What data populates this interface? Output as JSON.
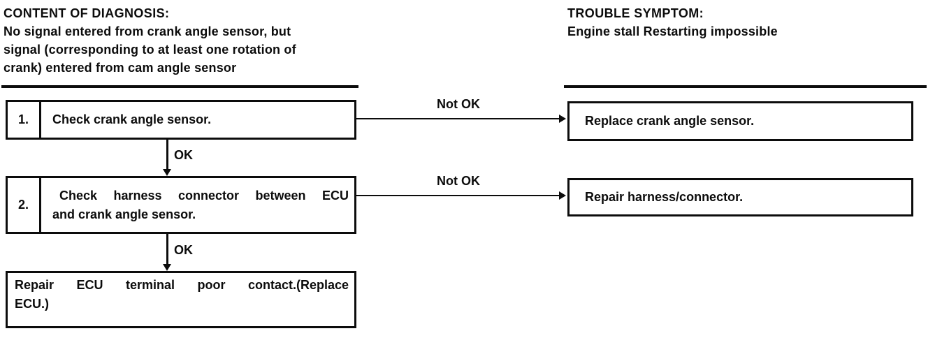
{
  "document": {
    "background": "#ffffff",
    "ink": "#0c0c0c"
  },
  "sections": {
    "content_of_diagnosis": {
      "title": "CONTENT OF DIAGNOSIS:",
      "lines": [
        "No signal entered from crank angle sensor, but",
        "signal (corresponding to at least one rotation of",
        "crank) entered from cam angle sensor"
      ]
    },
    "trouble_symptom": {
      "title": "TROUBLE SYMPTOM:",
      "lines": [
        "Engine stall Restarting impossible"
      ]
    }
  },
  "flowchart": {
    "ok_label": "OK",
    "not_ok_label": "Not OK",
    "steps": [
      {
        "number": "1.",
        "lines": [
          "Check crank angle sensor."
        ],
        "not_ok_action": "Replace crank angle sensor."
      },
      {
        "number": "2.",
        "lines": [
          "Check harness connector between ECU",
          "and crank angle sensor."
        ],
        "not_ok_action": "Repair harness/connector."
      }
    ],
    "final_action": {
      "lines": [
        "Repair ECU terminal poor contact.(Replace",
        "ECU.)"
      ]
    }
  }
}
